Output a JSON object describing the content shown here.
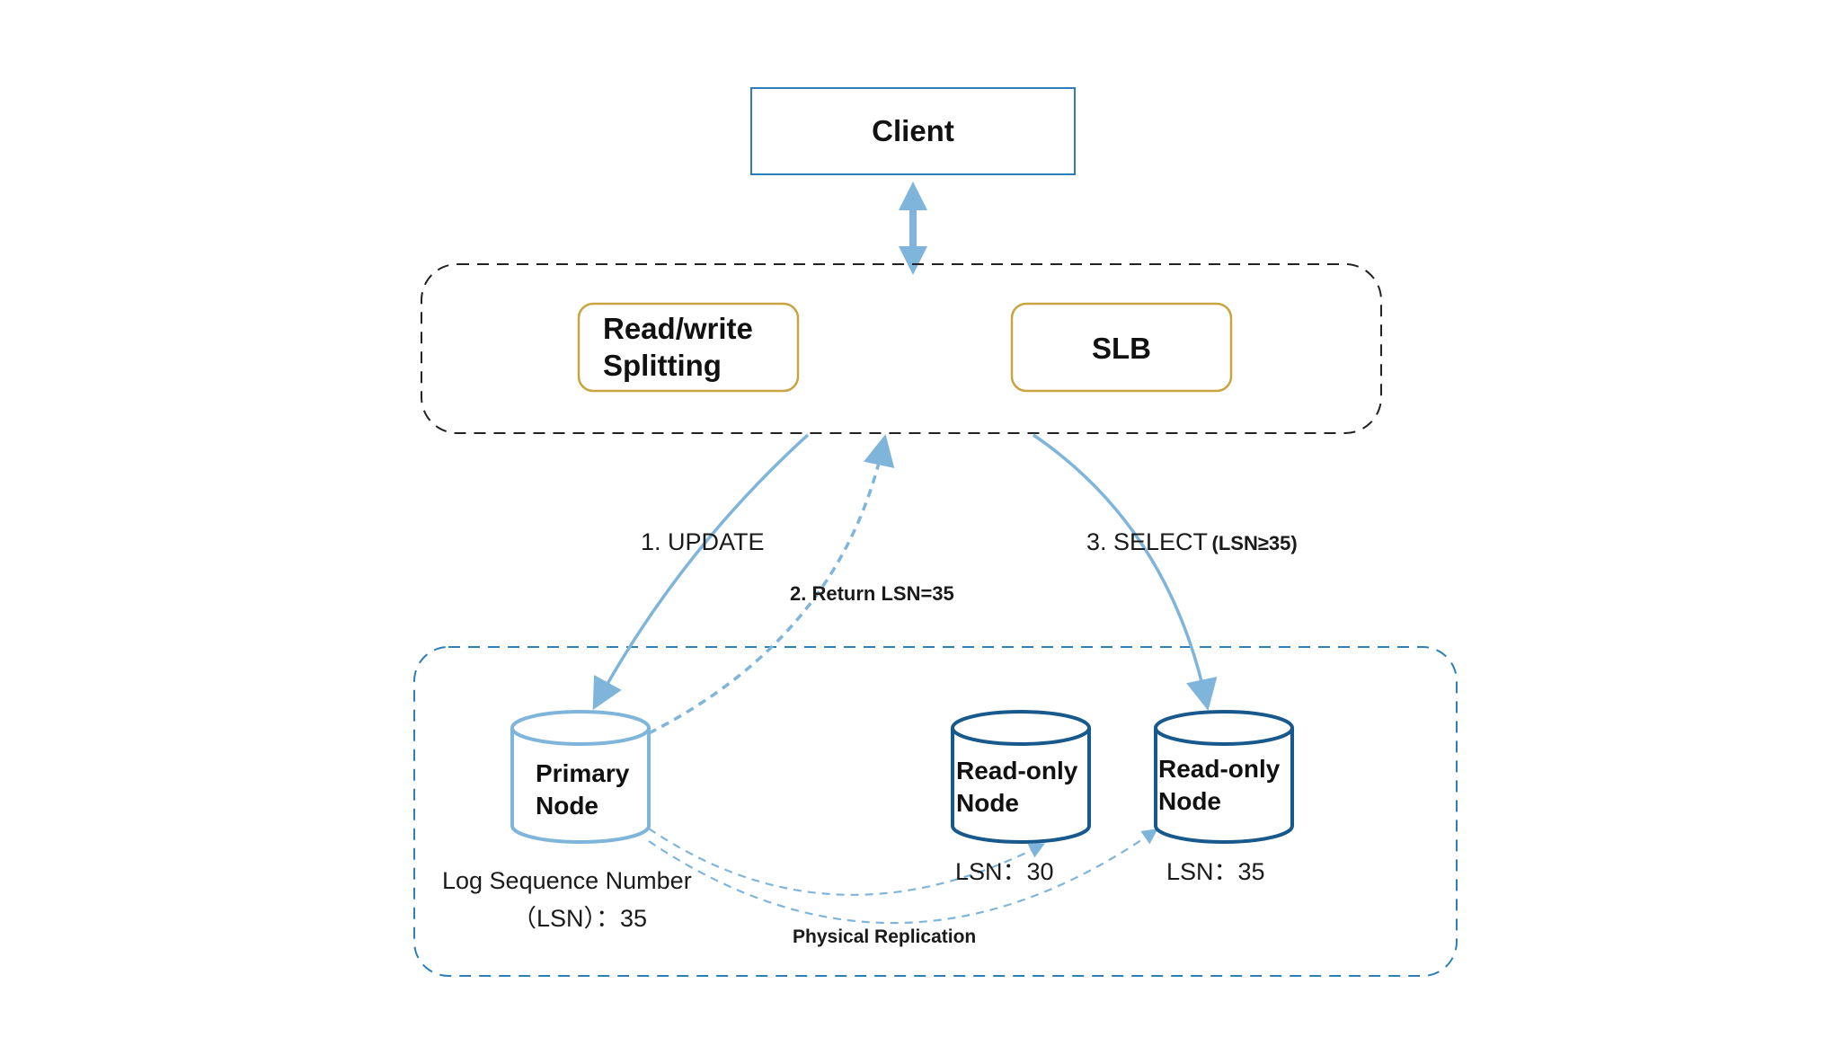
{
  "client": {
    "label": "Client"
  },
  "proxy": {
    "rw_splitting_line1": "Read/write",
    "rw_splitting_line2": "Splitting",
    "slb_label": "SLB"
  },
  "steps": {
    "update": "1. UPDATE",
    "return_lsn": "2. Return LSN=35",
    "select": "3. SELECT",
    "select_cond": "(LSN≥35)"
  },
  "nodes": {
    "primary": {
      "line1": "Primary",
      "line2": "Node",
      "lsn_line1": "Log Sequence Number",
      "lsn_line2": "（LSN）：35"
    },
    "readonly_1": {
      "line1": "Read-only",
      "line2": "Node",
      "lsn": "LSN：30"
    },
    "readonly_2": {
      "line1": "Read-only",
      "line2": "Node",
      "lsn": "LSN：35"
    }
  },
  "replication": {
    "label": "Physical Replication"
  },
  "colors": {
    "client_border": "#2e7fb8",
    "box_border": "#c9a443",
    "arrow": "#7fb5db",
    "primary_cylinder": "#7fb5db",
    "readonly_cylinder": "#17598c",
    "cluster_border": "#2e7fb8",
    "proxy_border": "#222222"
  }
}
